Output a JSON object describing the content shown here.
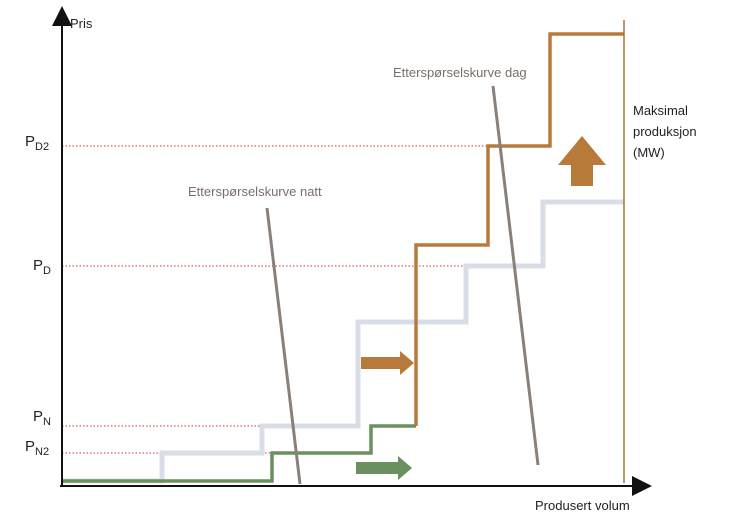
{
  "axes": {
    "y_label": "Pris",
    "x_label": "Produsert volum"
  },
  "price_levels": [
    {
      "main": "P",
      "sub": "D2"
    },
    {
      "main": "P",
      "sub": "D"
    },
    {
      "main": "P",
      "sub": "N"
    },
    {
      "main": "P",
      "sub": "N2"
    }
  ],
  "curves": {
    "night_demand": "Etterspørselskurve natt",
    "day_demand": "Etterspørselskurve dag"
  },
  "capacity": {
    "line1": "Maksimal",
    "line2": "produksjon",
    "line3": "(MW)"
  },
  "colors": {
    "supply_high": "#b87a3a",
    "supply_base": "#d9dde8",
    "supply_low": "#6a9060",
    "demand": "#8a807a",
    "guide": "#c0392b",
    "capacity": "#a7743a"
  }
}
